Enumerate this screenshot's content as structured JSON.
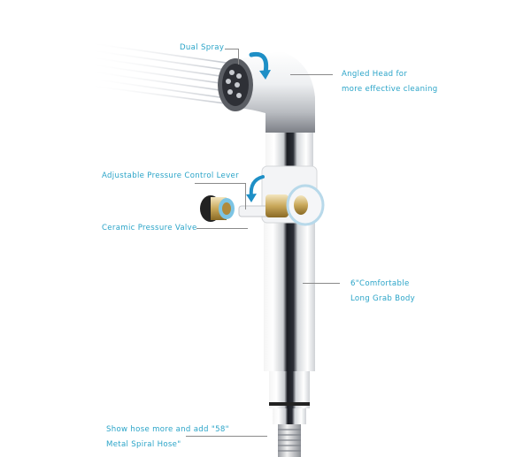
{
  "diagram": {
    "subject": "Handheld bidet sprayer with adjustable pressure",
    "accent_color": "#2aa4c8",
    "leader_color": "#8a8a8a",
    "callouts": [
      {
        "id": "dual-spray",
        "lines": [
          "Dual Spray"
        ]
      },
      {
        "id": "angled-head",
        "lines": [
          "Angled Head for",
          "more effective cleaning"
        ]
      },
      {
        "id": "pressure-lever",
        "lines": [
          "Adjustable Pressure Control Lever"
        ]
      },
      {
        "id": "ceramic-valve",
        "lines": [
          "Ceramic Pressure Valve"
        ]
      },
      {
        "id": "grab-body",
        "lines": [
          "6\"Comfortable",
          "Long Grab Body"
        ]
      },
      {
        "id": "spiral-hose",
        "lines": [
          "Show hose more and add \"58\"",
          "Metal Spiral Hose\""
        ]
      }
    ],
    "icons": {
      "rotate_arrow_head": "curved-rotate-arrow",
      "rotate_arrow_lever": "curved-rotate-arrow"
    }
  }
}
